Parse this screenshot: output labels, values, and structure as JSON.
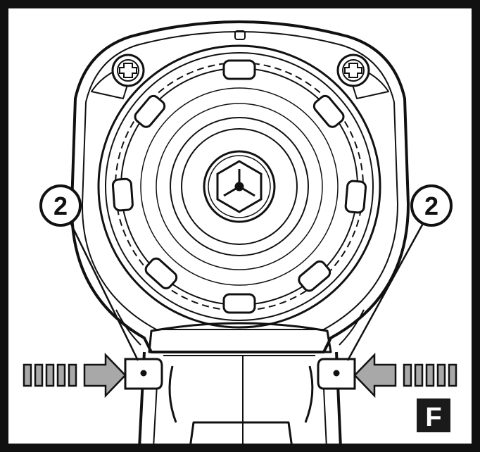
{
  "figure": {
    "letter": "F",
    "callouts": [
      {
        "id": "left",
        "number": "2"
      },
      {
        "id": "right",
        "number": "2"
      }
    ],
    "press_arrows": [
      {
        "side": "left",
        "direction": "right"
      },
      {
        "side": "right",
        "direction": "left"
      }
    ]
  },
  "colors": {
    "line": "#111111",
    "arrow_fill": "#a8a8a8",
    "badge_bg": "#1a1a1a",
    "badge_text": "#ffffff"
  }
}
